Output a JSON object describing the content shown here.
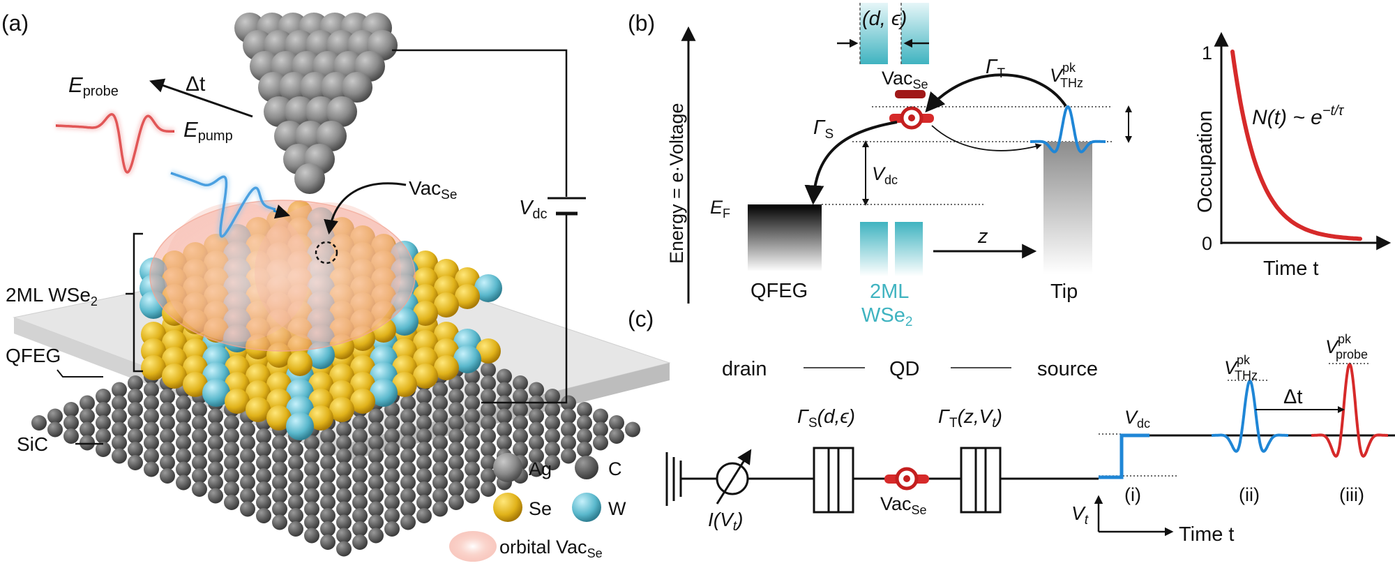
{
  "colors": {
    "probe_red": "#d62a2a",
    "pump_blue": "#1f86d6",
    "wse2_cyan": "#3fb3c0",
    "se_yellow": "#e0b21a",
    "w_cyan": "#5ab8cc",
    "ag_gray": "#7b7b7b",
    "c_gray": "#555555",
    "orbital_pink": "#f6b3a8"
  },
  "panel_a": {
    "label": "(a)",
    "e_probe": "E",
    "e_probe_sub": "probe",
    "e_pump": "E",
    "e_pump_sub": "pump",
    "delta_t": "Δt",
    "vac_main": "Vac",
    "vac_sub": "Se",
    "vdc_main": "V",
    "vdc_sub": "dc",
    "wse2_label": "2ML WSe",
    "wse2_sub": "2",
    "qfeg": "QFEG",
    "sic": "SiC",
    "legend": {
      "ag": "Ag",
      "c": "C",
      "se": "Se",
      "w": "W",
      "orbital": "orbital Vac",
      "orbital_sub": "Se"
    }
  },
  "panel_b": {
    "label": "(b)",
    "y_axis": "Energy = e·Voltage",
    "d_eps": "(d, ϵ)",
    "vac_main": "Vac",
    "vac_sub": "Se",
    "gamma_t": "Γ",
    "gamma_t_sub": "T",
    "gamma_s": "Γ",
    "gamma_s_sub": "S",
    "vthz_main": "V",
    "vthz_sup": "pk",
    "vthz_sub": "THz",
    "vdc_main": "V",
    "vdc_sub": "dc",
    "ef_main": "E",
    "ef_sub": "F",
    "z": "z",
    "qfeg": "QFEG",
    "wse2_line1": "2ML",
    "wse2_line2": "WSe",
    "wse2_sub": "2",
    "tip": "Tip"
  },
  "decay": {
    "ylabel": "Occupation",
    "xlabel": "Time t",
    "y_ticks": [
      "1",
      "0"
    ],
    "equation": "N(t) ~ e",
    "equation_sup": "−t/τ"
  },
  "panel_c": {
    "label": "(c)",
    "drain": "drain",
    "qd": "QD",
    "source": "source",
    "gamma_s": "Γ",
    "gamma_s_sub": "S",
    "gamma_s_args": "(d,ϵ)",
    "gamma_t": "Γ",
    "gamma_t_sub": "T",
    "gamma_t_args": "(z,V",
    "gamma_t_args_sub": "t",
    "gamma_t_close": ")",
    "current": "I(V",
    "current_sub": "t",
    "current_close": ")",
    "vac_main": "Vac",
    "vac_sub": "Se",
    "vt_main": "V",
    "vt_sub": "t",
    "time": "Time t",
    "vdc_main": "V",
    "vdc_sub": "dc",
    "vthz_main": "V",
    "vthz_sup": "pk",
    "vthz_sub": "THz",
    "vprobe_main": "V",
    "vprobe_sup": "pk",
    "vprobe_sub": "probe",
    "delta_t": "Δt",
    "stages": [
      "(i)",
      "(ii)",
      "(iii)"
    ]
  }
}
